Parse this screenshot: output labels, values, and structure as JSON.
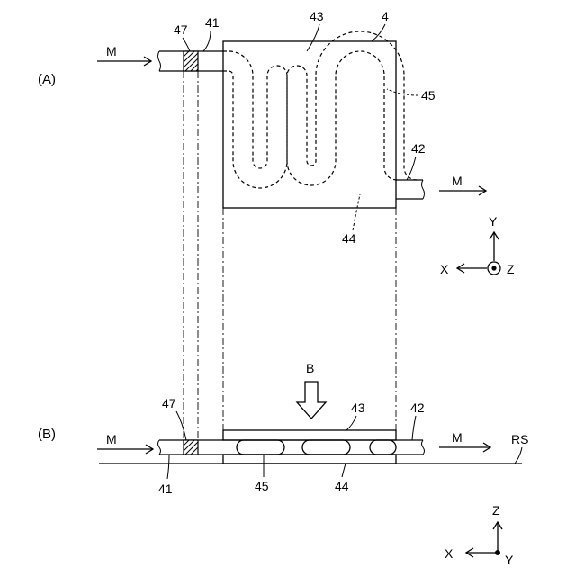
{
  "panels": {
    "a": "(A)",
    "b": "(B)"
  },
  "labels": {
    "flow_in": "M",
    "flow_out": "M",
    "ref_47": "47",
    "ref_41": "41",
    "ref_43": "43",
    "ref_4": "4",
    "ref_45": "45",
    "ref_42": "42",
    "ref_44": "44",
    "b_flow_in": "M",
    "b_flow_out": "M",
    "b_ref_47": "47",
    "b_ref_43": "43",
    "b_ref_42": "42",
    "b_ref_rs": "RS",
    "b_ref_41": "41",
    "b_ref_45": "45",
    "b_ref_44": "44",
    "press_arrow": "B"
  },
  "axes_a": {
    "up": "Y",
    "left": "X",
    "out": "Z"
  },
  "axes_b": {
    "up": "Z",
    "left": "X",
    "in": "Y"
  }
}
